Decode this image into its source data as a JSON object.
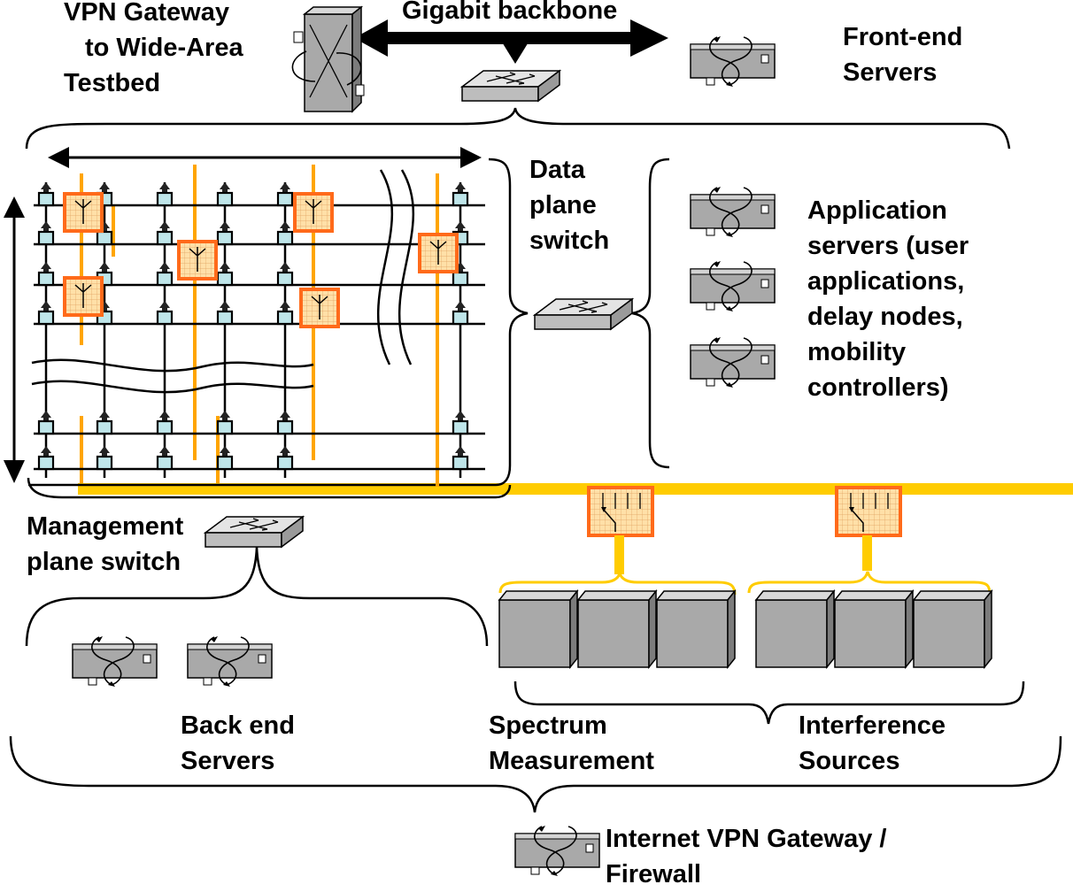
{
  "labels": {
    "vpn_gateway": [
      "VPN Gateway",
      "to Wide-Area",
      "Testbed"
    ],
    "gigabit_backbone": "Gigabit backbone",
    "front_end_servers": [
      "Front-end",
      "Servers"
    ],
    "data_plane_switch": [
      "Data",
      "plane",
      "switch"
    ],
    "application_servers": [
      "Application",
      "servers (user",
      "applications,",
      "delay nodes,",
      "mobility",
      "controllers)"
    ],
    "management_plane_switch": [
      "Management",
      "plane switch"
    ],
    "back_end_servers": [
      "Back end",
      "Servers"
    ],
    "spectrum_measurement": [
      "Spectrum",
      "Measurement"
    ],
    "interference_sources": [
      "Interference",
      "Sources"
    ],
    "internet_vpn_gateway": [
      "Internet VPN Gateway /",
      "Firewall"
    ]
  },
  "colors": {
    "server_gray": "#a9a9a9",
    "switch_gray": "#c8c8c8",
    "grid_node": "#bfe6ea",
    "radio_orange": "#ff6a1a",
    "radio_fill": "#ffd9a0",
    "antenna_pole_orange": "#ffa500",
    "management_bus_yellow": "#ffcc00"
  },
  "icons": [
    "server-icon",
    "switch-icon",
    "antenna-icon",
    "node-icon",
    "rack-icon"
  ]
}
